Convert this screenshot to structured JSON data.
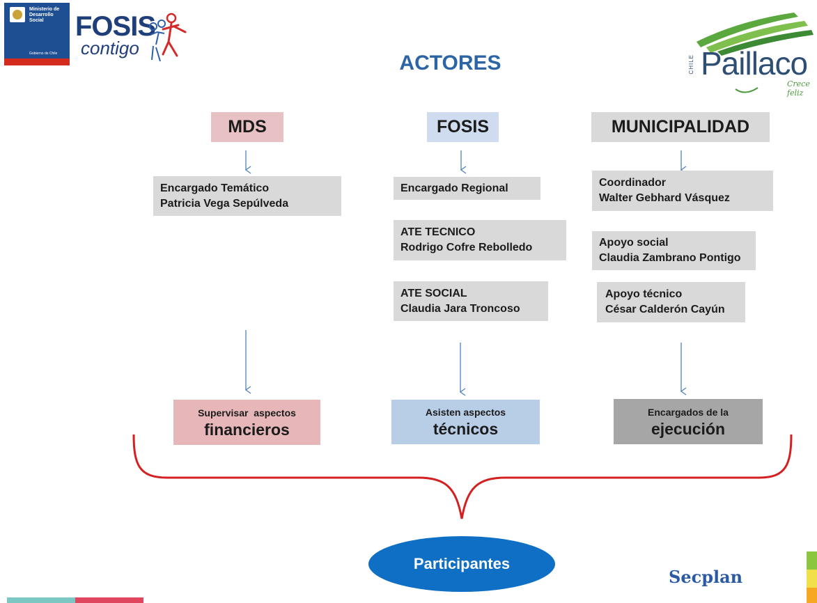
{
  "logos": {
    "ministry_text": "Ministerio de Desarrollo Social",
    "government_text": "Gobierno de Chile",
    "fosis_word": "FOSIS",
    "fosis_tagline": "contigo",
    "paillaco_word": "Paillaco",
    "paillaco_country": "CHILE",
    "paillaco_tagline": "Crece feliz",
    "secplan": "Secplan"
  },
  "title": "ACTORES",
  "columns": [
    {
      "header": "MDS",
      "items": [
        {
          "line1": "Encargado Temático",
          "line2": "Patricia Vega Sepúlveda"
        }
      ],
      "role_small": "Supervisar  aspectos",
      "role_big": "financieros"
    },
    {
      "header": "FOSIS",
      "items": [
        {
          "line1": "Encargado Regional",
          "line2": ""
        },
        {
          "line1": "ATE TECNICO",
          "line2": "Rodrigo Cofre Rebolledo"
        },
        {
          "line1": "ATE SOCIAL",
          "line2": "Claudia Jara Troncoso"
        }
      ],
      "role_small": "Asisten aspectos",
      "role_big": "técnicos"
    },
    {
      "header": "MUNICIPALIDAD",
      "items": [
        {
          "line1": "Coordinador",
          "line2": "Walter Gebhard Vásquez"
        },
        {
          "line1": "Apoyo social",
          "line2": "Claudia Zambrano Pontigo"
        },
        {
          "line1": "Apoyo técnico",
          "line2": "César Calderón Cayún"
        }
      ],
      "role_small": "Encargados de la",
      "role_big": "ejecución"
    }
  ],
  "participants": "Participantes",
  "colors": {
    "title": "#2c64a6",
    "mds": "#e8c1c4",
    "fosis": "#cfdcef",
    "muni": "#d9d9d9",
    "brace": "#d42020",
    "arrow": "#4f81bd",
    "ellipse": "#0f6fc5"
  }
}
